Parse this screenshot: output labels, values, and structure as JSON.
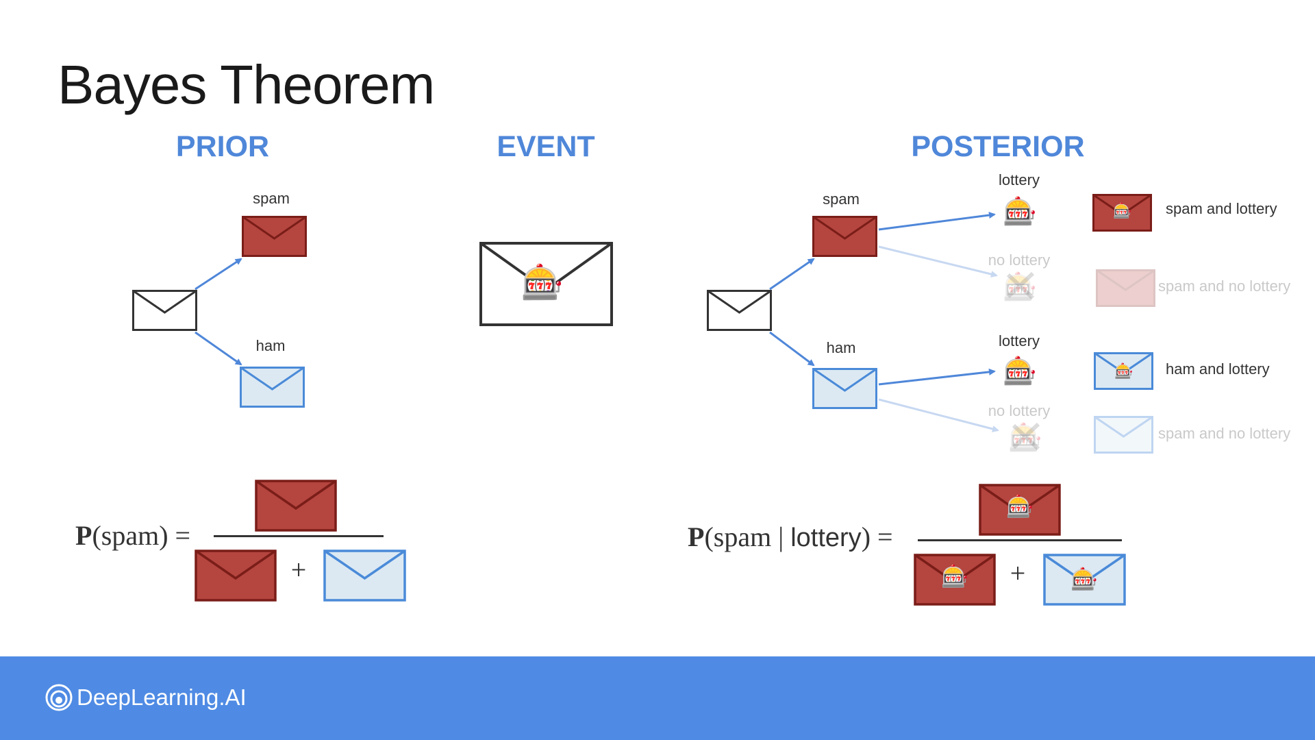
{
  "slide": {
    "title": "Bayes Theorem",
    "headings": {
      "prior": "PRIOR",
      "event": "EVENT",
      "posterior": "POSTERIOR"
    }
  },
  "prior": {
    "spam_label": "spam",
    "ham_label": "ham"
  },
  "posterior": {
    "spam_label": "spam",
    "ham_label": "ham",
    "spam_lottery_label": "lottery",
    "spam_no_lottery_label": "no lottery",
    "ham_lottery_label": "lottery",
    "ham_no_lottery_label": "no lottery",
    "outcomes": {
      "spam_and_lottery": "spam and lottery",
      "spam_and_no_lottery": "spam and no lottery",
      "ham_and_lottery": "ham and lottery",
      "ham_and_no_lottery": "spam and no lottery"
    }
  },
  "formulas": {
    "prior_lhs_p": "P",
    "prior_lhs_rest": "(spam) =",
    "posterior_lhs_p": "P",
    "posterior_lhs_open": "(spam | ",
    "posterior_lhs_lottery": "lottery",
    "posterior_lhs_close": ") =",
    "plus": "+"
  },
  "emoji": {
    "slot_machine": "🎰"
  },
  "footer": {
    "brand": "DeepLearning.AI"
  },
  "colors": {
    "accent_blue": "#4f87d9",
    "spam_fill": "#b5453f",
    "spam_stroke": "#7a1d18",
    "ham_fill": "#dce9f3",
    "ham_stroke": "#4a8ad8",
    "plain_stroke": "#333333",
    "footer": "#4f8be4"
  }
}
